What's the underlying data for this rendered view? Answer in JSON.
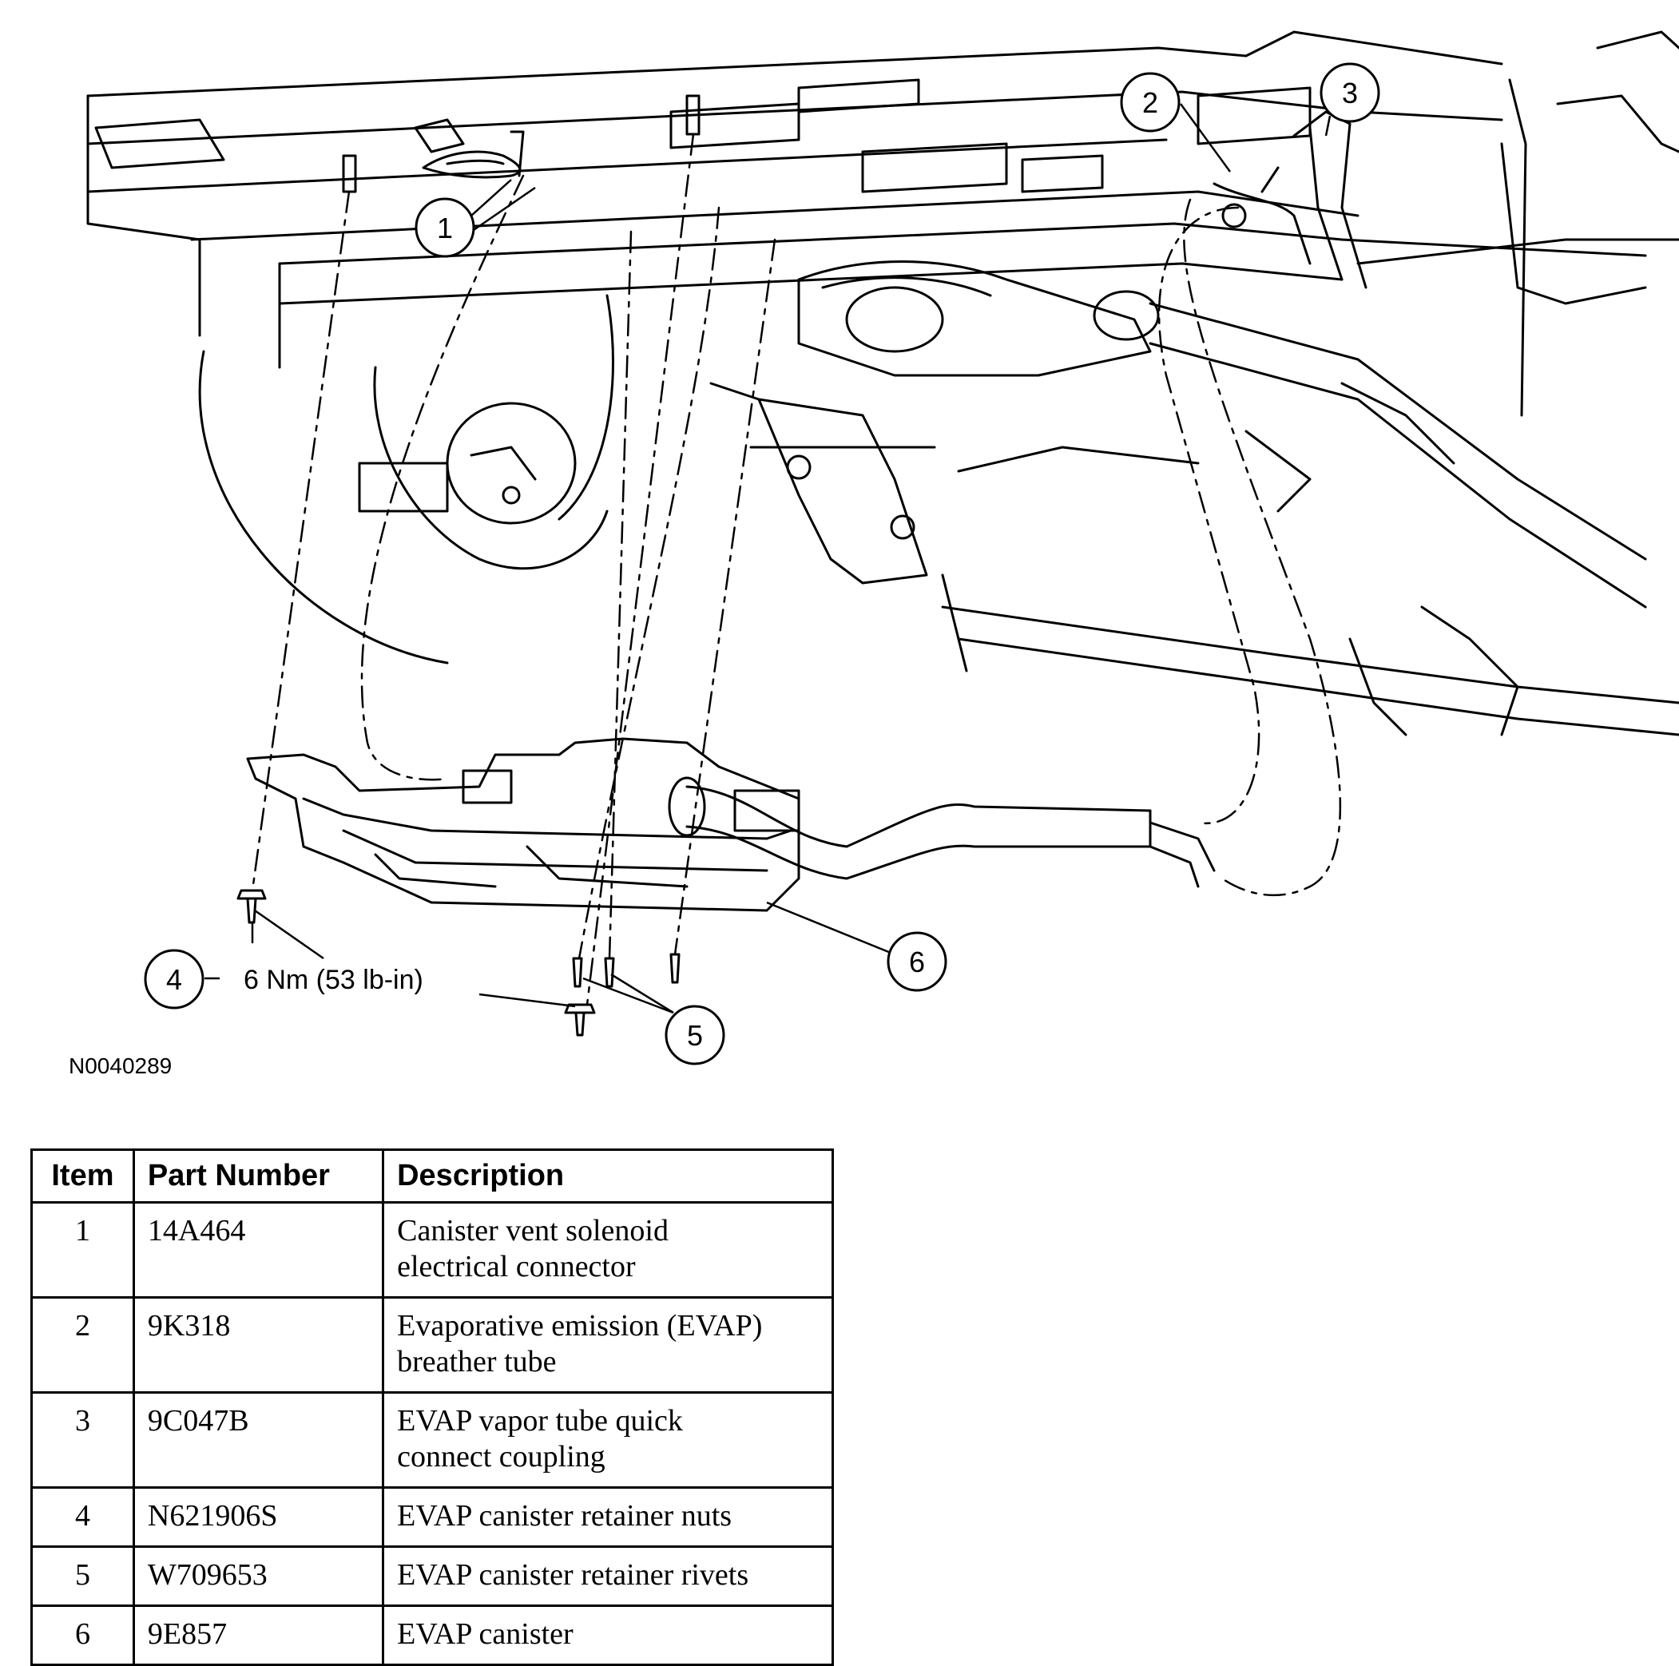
{
  "callouts": {
    "c1": "1",
    "c2": "2",
    "c3": "3",
    "c4": "4",
    "c5": "5",
    "c6": "6"
  },
  "torque_label": "6 Nm (53 lb-in)",
  "figure_id": "N0040289",
  "table": {
    "headers": {
      "item": "Item",
      "part_number": "Part Number",
      "description": "Description"
    },
    "rows": [
      {
        "item": "1",
        "part_number": "14A464",
        "description": [
          "Canister vent solenoid",
          "electrical connector"
        ]
      },
      {
        "item": "2",
        "part_number": "9K318",
        "description": [
          "Evaporative emission (EVAP)",
          "breather tube"
        ]
      },
      {
        "item": "3",
        "part_number": "9C047B",
        "description": [
          "EVAP vapor tube quick",
          "connect coupling"
        ]
      },
      {
        "item": "4",
        "part_number": "N621906S",
        "description": [
          "EVAP canister retainer nuts"
        ]
      },
      {
        "item": "5",
        "part_number": "W709653",
        "description": [
          "EVAP canister retainer rivets"
        ]
      },
      {
        "item": "6",
        "part_number": "9E857",
        "description": [
          "EVAP canister"
        ]
      }
    ]
  }
}
